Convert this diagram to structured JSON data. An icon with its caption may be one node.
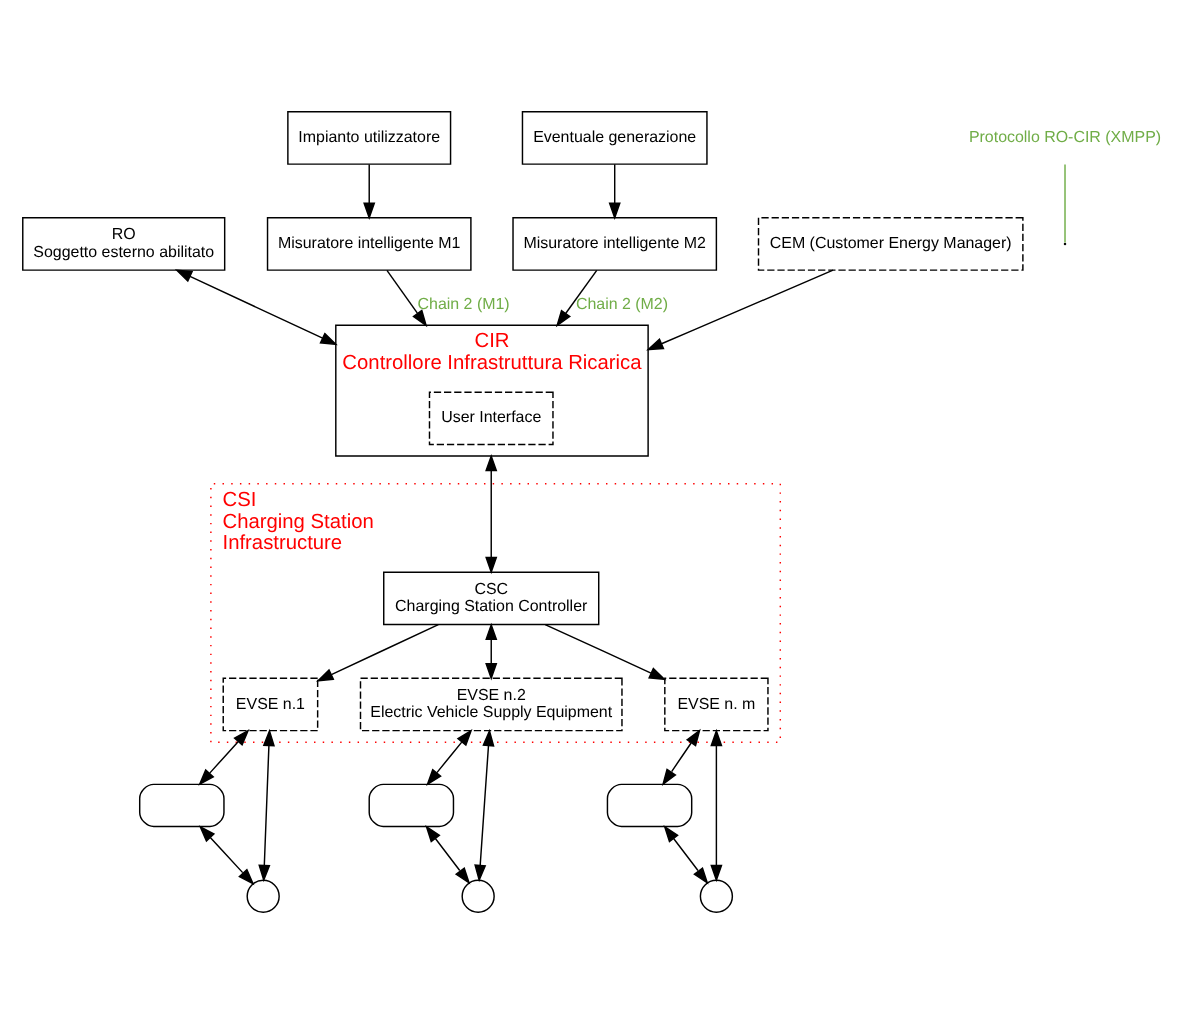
{
  "diagram": {
    "nodes": [
      {
        "text": [
          "RO",
          "Soggetto esterno abilitato"
        ]
      },
      {
        "text": [
          "Protocollo RO-CIR (XMPP)"
        ]
      },
      {
        "text": [
          "Impianto utilizzatore"
        ]
      },
      {
        "text": [
          "Misuratore intelligente M1"
        ]
      },
      {
        "text": [
          "CIR",
          "Controllore Infrastruttura Ricarica"
        ]
      },
      {
        "text": [
          "User Interface"
        ],
        "in": 4
      },
      {
        "text": [
          "Eventuale generazione"
        ]
      },
      {
        "text": [
          "Misuratore intelligente M2"
        ]
      },
      {
        "text": [
          "CEM (Customer Energy Manager)"
        ]
      },
      {
        "text": [
          "CSI",
          "Charging Station Infrastructure"
        ]
      },
      {
        "text": [
          "CSC",
          "Charging Station Controller"
        ],
        "in": 9
      },
      {
        "text": [
          "EVSE n.1"
        ],
        "in": 9
      },
      {
        "text": [
          "EVSE n.2",
          "Electric Vehicle Supply Equipment"
        ],
        "in": 9
      },
      {
        "text": [
          "EVSE n. m"
        ],
        "in": 9
      },
      {
        "text": [],
        "shape": "car"
      },
      {
        "text": [],
        "shape": "person"
      },
      {
        "text": [],
        "shape": "car"
      },
      {
        "text": [],
        "shape": "person"
      },
      {
        "text": [],
        "shape": "car"
      },
      {
        "text": [],
        "shape": "person"
      }
    ],
    "edges": [
      {
        "from": 0,
        "to": 4,
        "arrow": "both"
      },
      {
        "from": 1,
        "to": null,
        "arrow": "none",
        "color": "#70ad47"
      },
      {
        "from": 2,
        "to": 3,
        "arrow": "to"
      },
      {
        "from": 3,
        "to": 4,
        "arrow": "to",
        "label": "Chain 2 (M1)"
      },
      {
        "from": 6,
        "to": 7,
        "arrow": "to"
      },
      {
        "from": 7,
        "to": 4,
        "arrow": "to",
        "label": "Chain 2 (M2)"
      },
      {
        "from": 8,
        "to": 4,
        "arrow": "to"
      },
      {
        "from": 4,
        "to": 10,
        "arrow": "both"
      },
      {
        "from": 10,
        "to": 11,
        "arrow": "to"
      },
      {
        "from": 10,
        "to": 12,
        "arrow": "both"
      },
      {
        "from": 10,
        "to": 13,
        "arrow": "to"
      },
      {
        "from": 11,
        "to": 14,
        "arrow": "both"
      },
      {
        "from": 11,
        "to": 15,
        "arrow": "both"
      },
      {
        "from": 14,
        "to": 15,
        "arrow": "both"
      },
      {
        "from": 12,
        "to": 16,
        "arrow": "both"
      },
      {
        "from": 12,
        "to": 17,
        "arrow": "both"
      },
      {
        "from": 16,
        "to": 17,
        "arrow": "both"
      },
      {
        "from": 13,
        "to": 18,
        "arrow": "both"
      },
      {
        "from": 13,
        "to": 19,
        "arrow": "both"
      },
      {
        "from": 18,
        "to": 19,
        "arrow": "both"
      }
    ]
  }
}
